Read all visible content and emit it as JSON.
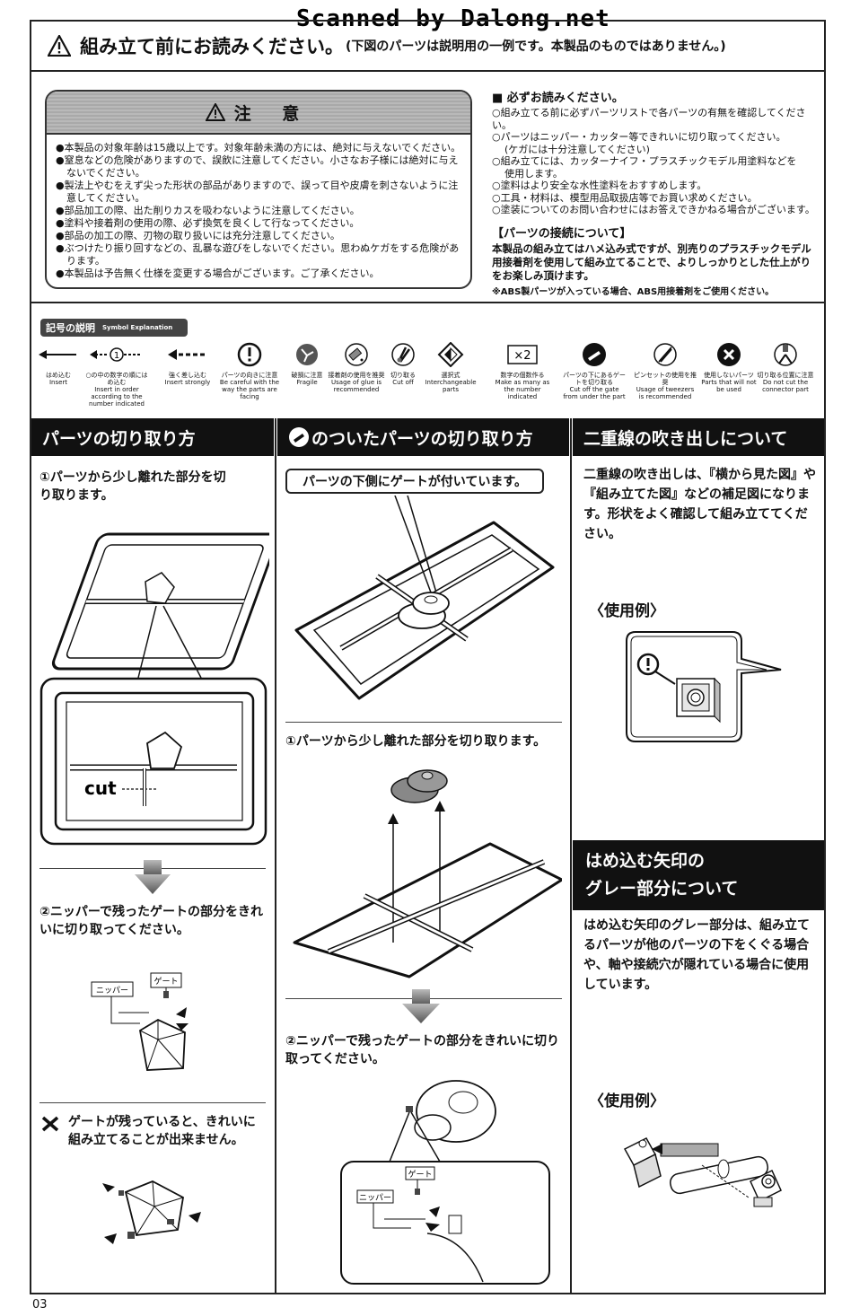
{
  "watermark": "Scanned by Dalong.net",
  "header": {
    "title": "組み立て前にお読みください。",
    "subtitle": "(下図のパーツは説明用の一例です。本製品のものではありません。)"
  },
  "caution": {
    "title": "注 意",
    "items": [
      "●本製品の対象年齢は15歳以上です。対象年齢未満の方には、絶対に与えないでください。",
      "●窒息などの危険がありますので、誤飲に注意してください。小さなお子様には絶対に与えないでください。",
      "●製法上やむをえず尖った形状の部品がありますので、誤って目や皮膚を刺さないように注意してください。",
      "●部品加工の際、出た削りカスを吸わないように注意してください。",
      "●塗料や接着剤の使用の際、必ず換気を良くして行なってください。",
      "●部品の加工の際、刃物の取り扱いには充分注意してください。",
      "●ぶつけたり振り回すなどの、乱暴な遊びをしないでください。思わぬケガをする危険があります。",
      "●本製品は予告無く仕様を変更する場合がございます。ご了承ください。"
    ]
  },
  "read_first": {
    "title": "■ 必ずお読みください。",
    "items": [
      "○組み立てる前に必ずパーツリストで各パーツの有無を確認してください。",
      "○パーツはニッパー・カッター等できれいに切り取ってください。",
      "(ケガには十分注意してください)",
      "○組み立てには、カッターナイフ・プラスチックモデル用塗料などを",
      "使用します。",
      "○塗料はより安全な水性塗料をおすすめします。",
      "○工具・材料は、模型用品取扱店等でお買い求めください。",
      "○塗装についてのお問い合わせにはお答えできかねる場合がございます。"
    ],
    "connection_title": "【パーツの接続について】",
    "connection_body": "本製品の組み立てはハメ込み式ですが、別売りのプラスチックモデル用接着剤を使用して組み立てることで、よりしっかりとした仕上がりをお楽しみ頂けます。",
    "connection_note": "※ABS製パーツが入っている場合、ABS用接着剤をご使用ください。"
  },
  "symbols": {
    "tag_jp": "記号の説明",
    "tag_en": "Symbol Explanation",
    "items": [
      {
        "jp": "はめ込む",
        "en": "Insert",
        "icon": "insert-arrow-icon"
      },
      {
        "jp": "○の中の数字の順にはめ込む",
        "en": "Insert in order according to the number indicated",
        "icon": "ordered-insert-icon"
      },
      {
        "jp": "強く差し込む",
        "en": "Insert strongly",
        "icon": "strong-insert-icon"
      },
      {
        "jp": "パーツの向きに注意",
        "en": "Be careful with the way the parts are facing",
        "icon": "exclamation-icon"
      },
      {
        "jp": "破損に注意",
        "en": "Fragile",
        "icon": "fragile-icon"
      },
      {
        "jp": "接着剤の使用を推奨",
        "en": "Usage of glue is recommended",
        "icon": "glue-icon"
      },
      {
        "jp": "切り取る",
        "en": "Cut off",
        "icon": "cut-off-icon"
      },
      {
        "jp": "選択式",
        "en": "Interchangeable parts",
        "icon": "interchangeable-icon"
      },
      {
        "jp": "数字の個数作る",
        "en": "Make as many as the number indicated",
        "icon": "multiply-icon",
        "badge": "×2"
      },
      {
        "jp": "パーツの下にあるゲートを切り取る",
        "en": "Cut off the gate from under the part",
        "icon": "under-gate-icon"
      },
      {
        "jp": "ピンセットの使用を推奨",
        "en": "Usage of tweezers is recommended",
        "icon": "tweezers-icon"
      },
      {
        "jp": "使用しないパーツ",
        "en": "Parts that will not be used",
        "icon": "not-used-icon"
      },
      {
        "jp": "切り取る位置に注意",
        "en": "Do not cut the connector part",
        "icon": "cut-position-icon"
      }
    ]
  },
  "col1": {
    "heading": "パーツの切り取り方",
    "step1": "①パーツから少し離れた部分を切り取ります。",
    "cut_label": "cut",
    "step2": "②ニッパーで残ったゲートの部分をきれいに切り取ってください。",
    "nipper_label": "ニッパー",
    "gate_label": "ゲート",
    "warning": "ゲートが残っていると、きれいに組み立てることが出来ません。"
  },
  "col2": {
    "heading": "のついたパーツの切り取り方",
    "callout": "パーツの下側にゲートが付いています。",
    "step1": "①パーツから少し離れた部分を切り取ります。",
    "step2": "②ニッパーで残ったゲートの部分をきれいに切り取ってください。",
    "nipper_label": "ニッパー",
    "gate_label": "ゲート"
  },
  "col3": {
    "heading": "二重線の吹き出しについて",
    "body": "二重線の吹き出しは、『横から見た図』や『組み立てた図』などの補足図になります。形状をよく確認して組み立ててください。",
    "example1": "〈使用例〉",
    "heading2_line1": "はめ込む矢印の",
    "heading2_line2": "グレー部分について",
    "body2": "はめ込む矢印のグレー部分は、組み立てるパーツが他のパーツの下をくぐる場合や、軸や接続穴が隠れている場合に使用しています。",
    "example2": "〈使用例〉"
  },
  "page_number": "03"
}
